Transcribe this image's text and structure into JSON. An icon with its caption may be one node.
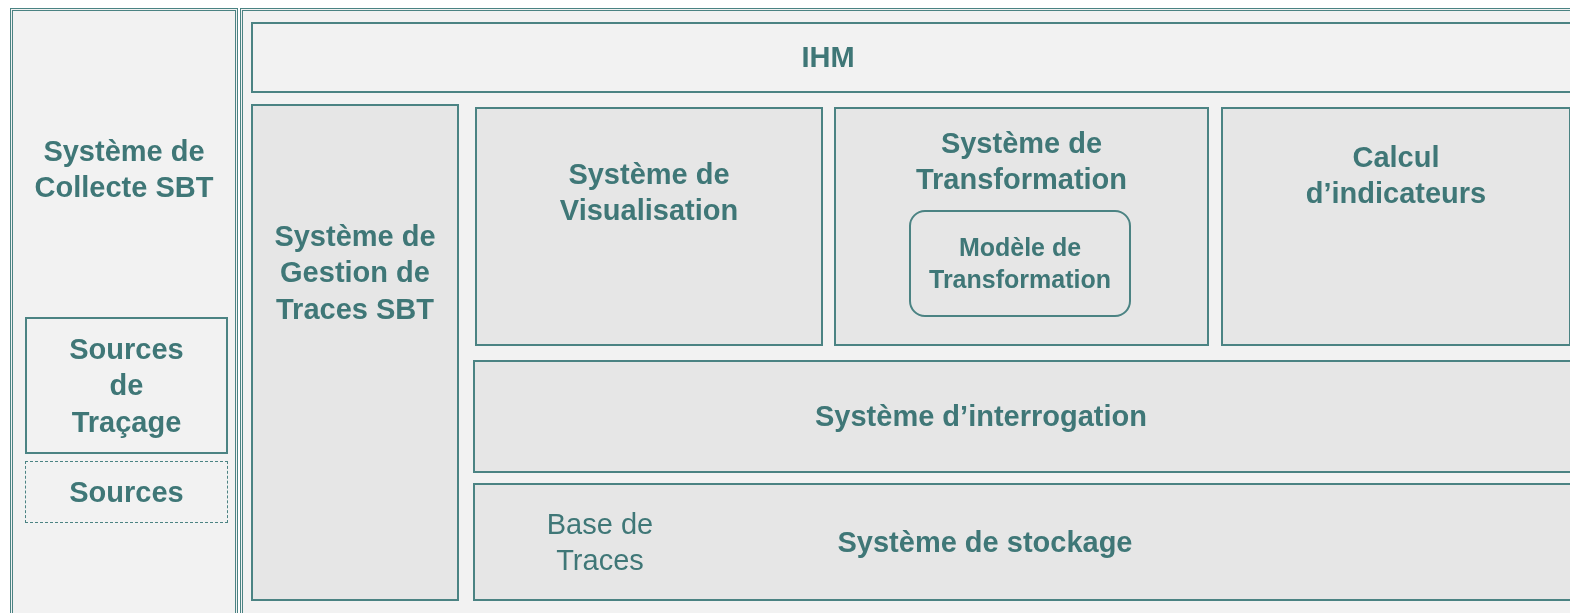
{
  "diagram": {
    "nodes": [
      {
        "text": [
          "Système de Collecte SBT"
        ]
      },
      {
        "text": [
          "Sources de Traçage"
        ],
        "in": 0
      },
      {
        "text": [
          "Sources"
        ],
        "in": 0
      },
      {
        "text": [],
        "shape": "box"
      },
      {
        "text": [
          "IHM"
        ],
        "in": 3
      },
      {
        "text": [
          "Système de Gestion de Traces SBT"
        ],
        "in": 3
      },
      {
        "text": [
          "Système de Visualisation"
        ],
        "in": 3
      },
      {
        "text": [
          "Système de Transformation"
        ],
        "in": 3
      },
      {
        "text": [
          "Modèle de Transformation"
        ],
        "in": 7
      },
      {
        "text": [
          "Calcul d’indicateurs"
        ],
        "in": 3
      },
      {
        "text": [
          "Système d’interrogation"
        ],
        "in": 3
      },
      {
        "text": [
          "Base de Traces",
          "Système de stockage"
        ],
        "in": 3
      }
    ]
  }
}
